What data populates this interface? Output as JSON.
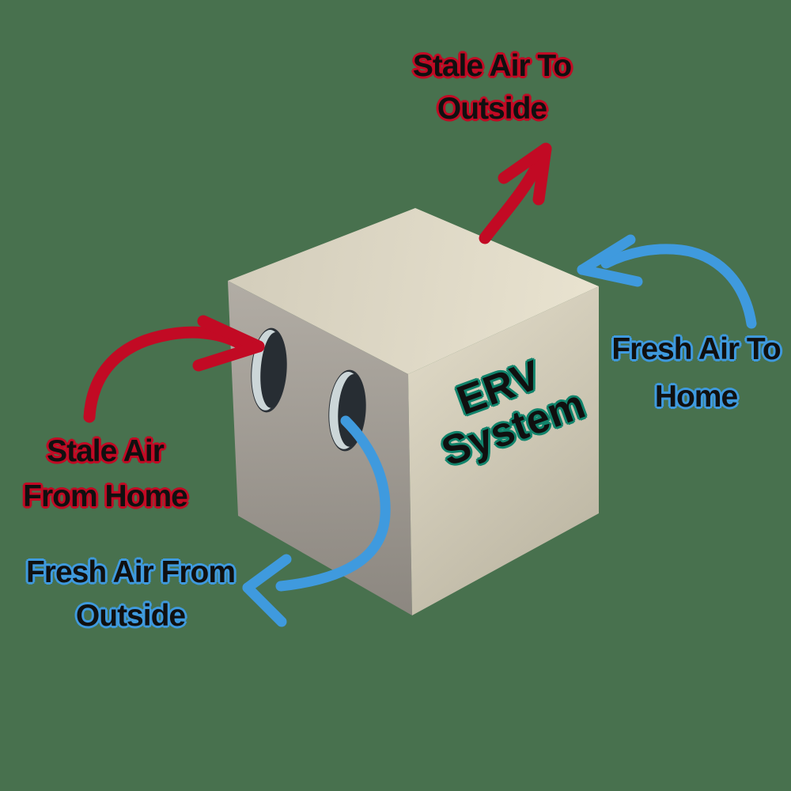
{
  "background_color": "#48714e",
  "colors": {
    "bg": "#48714e",
    "red": "#c20a24",
    "blue": "#3f9ade",
    "teal": "#11846c",
    "ink": "#101010",
    "box-top-light": "#e9e3d0",
    "box-top-dark": "#d3cdbb",
    "box-left-light": "#b1aca4",
    "box-left-dark": "#8c8780",
    "box-right-light": "#ded8c5",
    "box-right-dark": "#beb8a5",
    "port-edge": "#2b3137",
    "port-rim": "#ccd6d8",
    "port-dark": "#272d33"
  },
  "box_label": {
    "line1": "ERV",
    "line2": "System"
  },
  "labels": {
    "stale_to_outside": {
      "line1": "Stale Air To",
      "line2": "Outside"
    },
    "fresh_to_home": {
      "line1": "Fresh Air To",
      "line2": "Home"
    },
    "stale_from_home": {
      "line1": "Stale Air",
      "line2": "From Home"
    },
    "fresh_from_outside": {
      "line1": "Fresh Air From",
      "line2": "Outside"
    }
  },
  "flows": [
    {
      "name": "stale-air-to-outside",
      "color": "#c20a24",
      "path": "from top of ERV box upward to 'Stale Air To Outside' label"
    },
    {
      "name": "fresh-air-to-home",
      "color": "#3f9ade",
      "path": "from right side into top-right corner of ERV box"
    },
    {
      "name": "stale-air-from-home",
      "color": "#c20a24",
      "path": "from 'Stale Air From Home' label into upper port on left face"
    },
    {
      "name": "fresh-air-from-outside",
      "color": "#3f9ade",
      "path": "from lower port on left face down to 'Fresh Air From Outside' label"
    }
  ]
}
